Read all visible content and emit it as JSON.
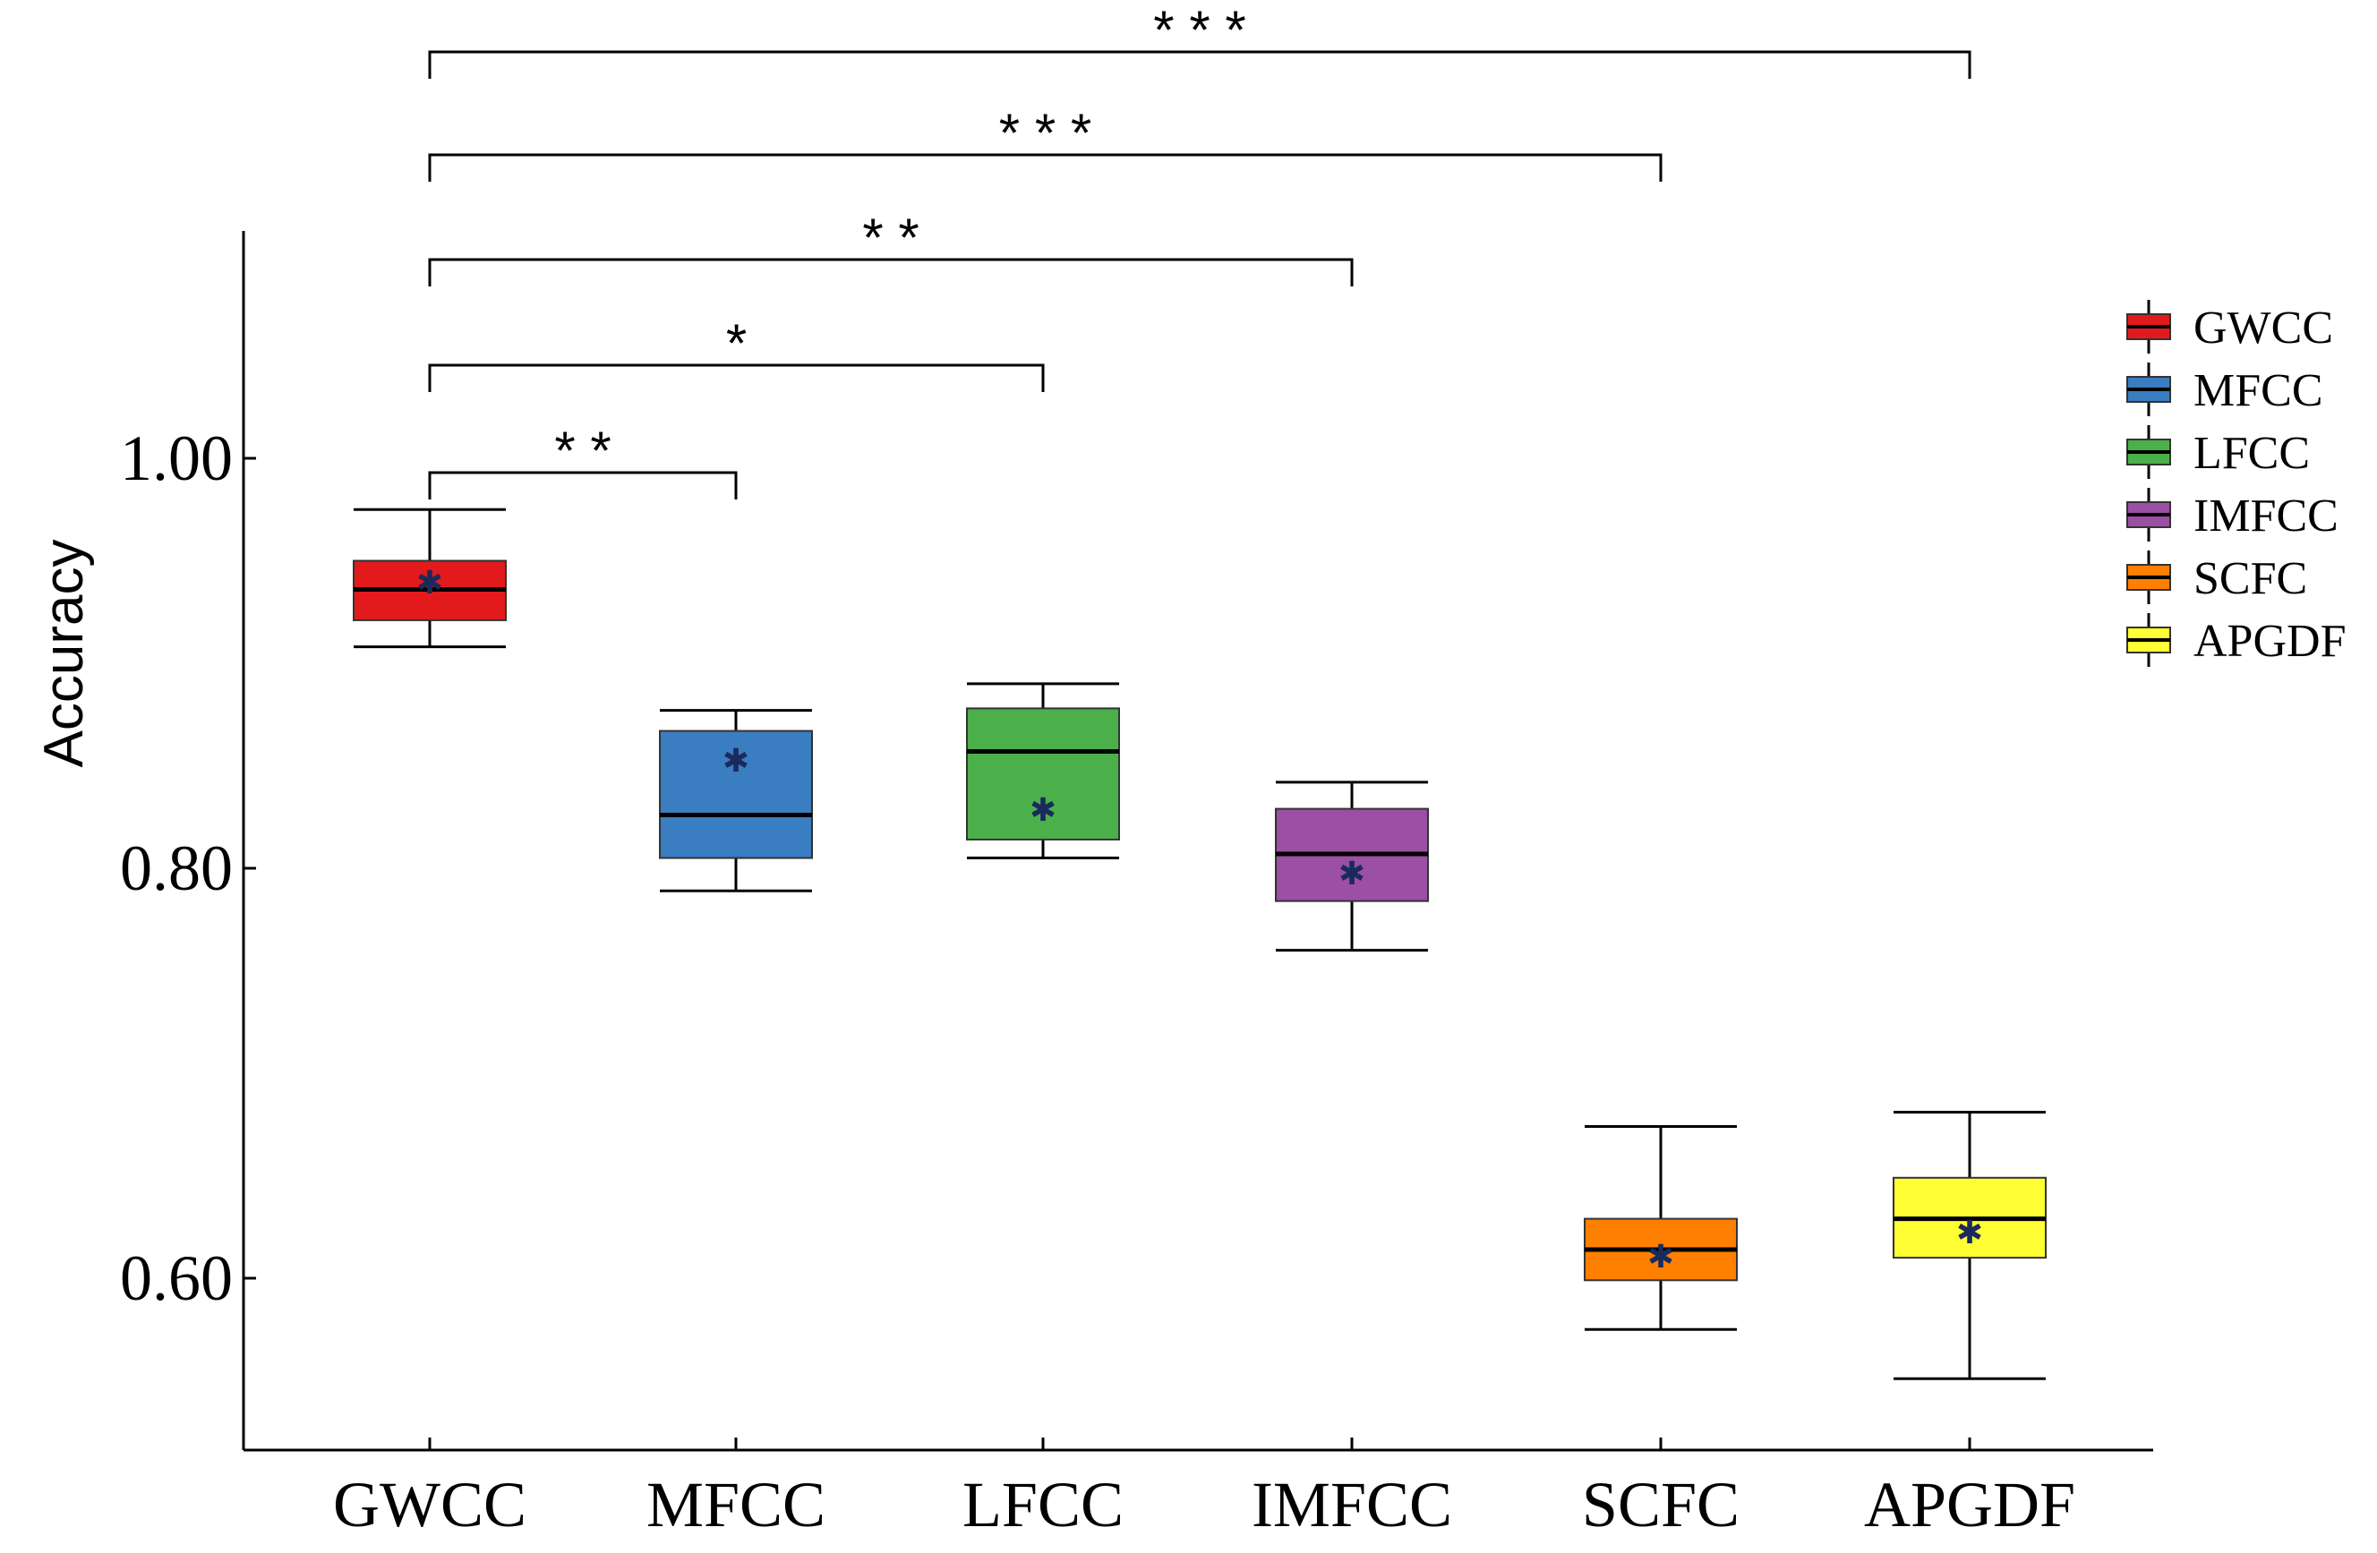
{
  "chart_data": {
    "type": "boxplot",
    "ylabel": "Accuracy",
    "xlabel": "",
    "ylim": [
      0.52,
      1.11
    ],
    "yticks": [
      {
        "value": 1.0,
        "label": "1.00"
      },
      {
        "value": 0.8,
        "label": "0.80"
      },
      {
        "value": 0.6,
        "label": "0.60"
      }
    ],
    "boxes": [
      {
        "name": "GWCC",
        "color": "#e31a1c",
        "min": 0.908,
        "q1": 0.921,
        "median": 0.936,
        "q3": 0.95,
        "max": 0.975,
        "mean": 0.942
      },
      {
        "name": "MFCC",
        "color": "#3a7dc1",
        "min": 0.789,
        "q1": 0.805,
        "median": 0.826,
        "q3": 0.867,
        "max": 0.877,
        "mean": 0.855
      },
      {
        "name": "LFCC",
        "color": "#4cb04a",
        "min": 0.805,
        "q1": 0.814,
        "median": 0.857,
        "q3": 0.878,
        "max": 0.89,
        "mean": 0.831
      },
      {
        "name": "IMFCC",
        "color": "#9b4fa5",
        "min": 0.76,
        "q1": 0.784,
        "median": 0.807,
        "q3": 0.829,
        "max": 0.842,
        "mean": 0.8
      },
      {
        "name": "SCFC",
        "color": "#ff7f00",
        "min": 0.575,
        "q1": 0.599,
        "median": 0.614,
        "q3": 0.629,
        "max": 0.674,
        "mean": 0.613
      },
      {
        "name": "APGDF",
        "color": "#ffff33",
        "min": 0.551,
        "q1": 0.61,
        "median": 0.629,
        "q3": 0.649,
        "max": 0.681,
        "mean": 0.625
      }
    ],
    "significance": [
      {
        "from": "GWCC",
        "to": "MFCC",
        "label": "* *"
      },
      {
        "from": "GWCC",
        "to": "LFCC",
        "label": "*"
      },
      {
        "from": "GWCC",
        "to": "IMFCC",
        "label": "* *"
      },
      {
        "from": "GWCC",
        "to": "SCFC",
        "label": "* * *"
      },
      {
        "from": "GWCC",
        "to": "APGDF",
        "label": "* * *"
      }
    ],
    "legend_position": "right",
    "grid": false
  }
}
